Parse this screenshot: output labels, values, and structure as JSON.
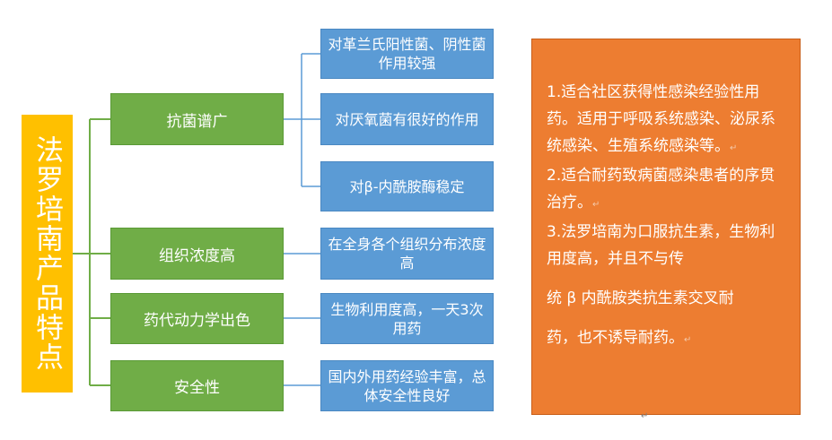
{
  "title": "法罗培南产品特点",
  "categories": [
    {
      "label": "抗菌谱广",
      "details": [
        "对革兰氏阳性菌、阴性菌作用较强",
        "对厌氧菌有很好的作用",
        "对β-内酰胺酶稳定"
      ]
    },
    {
      "label": "组织浓度高",
      "details": [
        "在全身各个组织分布浓度高"
      ]
    },
    {
      "label": "药代动力学出色",
      "details": [
        "生物利用度高，一天3次用药"
      ]
    },
    {
      "label": "安全性",
      "details": [
        "国内外用药经验丰富，总体安全性良好"
      ]
    }
  ],
  "note": {
    "p1": "1.适合社区获得性感染经验性用药。适用于呼吸系统感染、泌尿系统感染、生殖系统感染等。",
    "p2": "2.适合耐药致病菌感染患者的序贯治疗。",
    "p3": "3.法罗培南为口服抗生素，生物利用度高，并且不与传",
    "p4": "统 β 内酰胺类抗生素交叉耐",
    "p5": "药，也不诱导耐药。",
    "return_mark": "↵"
  },
  "colors": {
    "title": "#ffc000",
    "category": "#70ad47",
    "detail": "#5b9bd5",
    "note": "#ed7d31",
    "connector": "#70ad47"
  }
}
